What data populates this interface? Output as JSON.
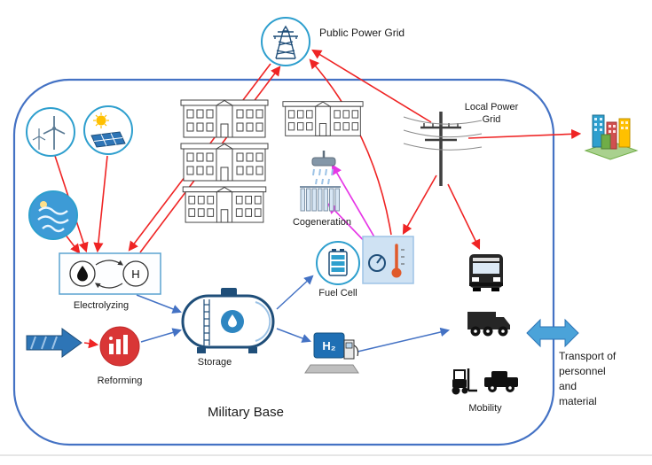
{
  "labels": {
    "public_power_grid": "Public Power Grid",
    "local_power_line1": "Local Power",
    "local_power_line2": "Grid",
    "cogeneration": "Cogeneration",
    "fuel_cell": "Fuel Cell",
    "electrolyzing": "Electrolyzing",
    "electrolyzer_h": "H",
    "reforming": "Reforming",
    "storage": "Storage",
    "h2_sign": "H₂",
    "military_base": "Military Base",
    "mobility": "Mobility",
    "transport_lines": [
      "Transport of",
      "personnel",
      "and",
      "material"
    ]
  },
  "colors": {
    "arrow_red": "#ef2424",
    "arrow_magenta": "#e637e6",
    "arrow_blue": "#4472c4",
    "icon_circle_stroke": "#2e9fce",
    "base_border": "#4472c4",
    "dark_blue": "#1f4e79",
    "transport_arrow": "#4ba3d9",
    "thermo_box_fill": "#cfe2f3"
  },
  "nodes": [
    "public-power-grid",
    "local-power-grid",
    "wind-power",
    "solar-power",
    "hydro-power",
    "barracks-buildings",
    "cogeneration",
    "fuel-cell",
    "heat-power-unit",
    "electrolyzing",
    "reforming",
    "gas-pipeline",
    "storage",
    "h2-fueling-station",
    "mobility",
    "city",
    "transport"
  ],
  "connections": [
    {
      "from": "wind-power",
      "to": "electrolyzing",
      "color": "red"
    },
    {
      "from": "solar-power",
      "to": "electrolyzing",
      "color": "red"
    },
    {
      "from": "hydro-power",
      "to": "electrolyzing",
      "color": "red"
    },
    {
      "from": "public-power-grid",
      "to": "electrolyzing",
      "color": "red"
    },
    {
      "from": "electrolyzing",
      "to": "public-power-grid",
      "color": "red"
    },
    {
      "from": "local-power-grid",
      "to": "public-power-grid",
      "color": "red"
    },
    {
      "from": "heat-power-unit",
      "to": "public-power-grid",
      "color": "red"
    },
    {
      "from": "local-power-grid",
      "to": "heat-power-unit",
      "color": "red"
    },
    {
      "from": "local-power-grid",
      "to": "city",
      "color": "red"
    },
    {
      "from": "local-power-grid",
      "to": "mobility",
      "color": "red"
    },
    {
      "from": "gas-pipeline",
      "to": "reforming",
      "color": "red"
    },
    {
      "from": "heat-power-unit",
      "to": "cogeneration-shower",
      "color": "magenta"
    },
    {
      "from": "heat-power-unit",
      "to": "cogeneration-radiator",
      "color": "magenta"
    },
    {
      "from": "electrolyzing",
      "to": "storage",
      "color": "blue"
    },
    {
      "from": "reforming",
      "to": "storage",
      "color": "blue"
    },
    {
      "from": "storage",
      "to": "fuel-cell",
      "color": "blue"
    },
    {
      "from": "storage",
      "to": "h2-fueling-station",
      "color": "blue"
    },
    {
      "from": "h2-fueling-station",
      "to": "mobility",
      "color": "blue"
    },
    {
      "from": "mobility",
      "to": "transport",
      "color": "blue-double"
    }
  ]
}
